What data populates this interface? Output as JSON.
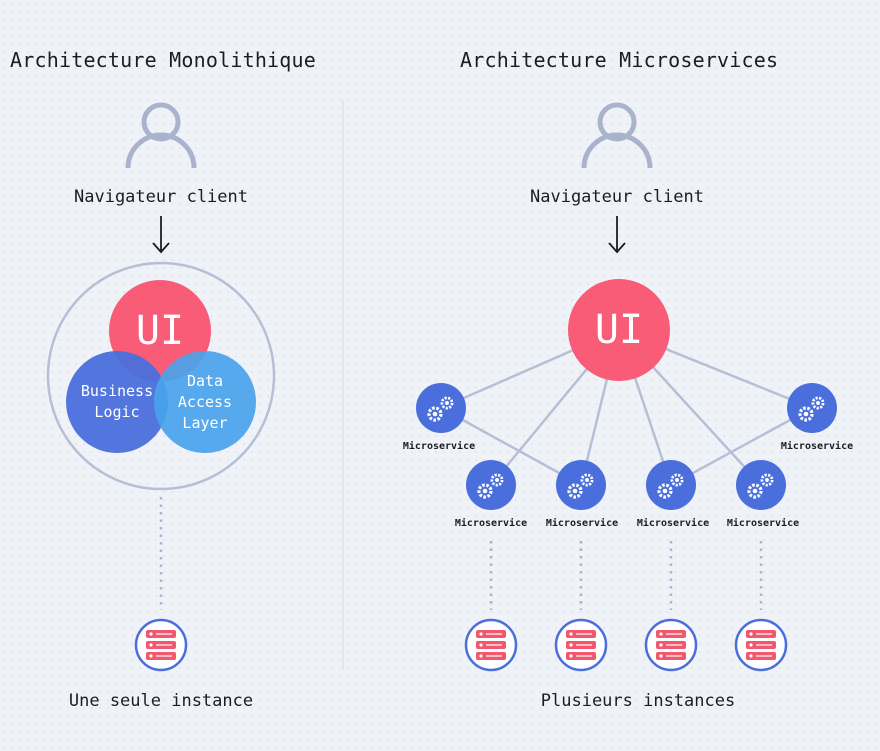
{
  "left": {
    "title": "Architecture Monolithique",
    "client_label": "Navigateur client",
    "ui_label": "UI",
    "business_label_1": "Business",
    "business_label_2": "Logic",
    "data_label_1": "Data",
    "data_label_2": "Access",
    "data_label_3": "Layer",
    "instance_label": "Une seule instance"
  },
  "right": {
    "title": "Architecture Microservices",
    "client_label": "Navigateur client",
    "ui_label": "UI",
    "microservice_label": "Microservice",
    "instance_label": "Plusieurs instances"
  },
  "colors": {
    "ui_red": "#f95c77",
    "business_blue": "#4a6fdc",
    "data_blue": "#4aa3ec",
    "user_icon": "#a9b3cc",
    "line": "#b7bfd6",
    "server_ring": "#4a6fdc",
    "server_red": "#f2576e"
  },
  "icons": [
    "user-icon",
    "arrow-down-icon",
    "gears-icon",
    "server-icon"
  ]
}
